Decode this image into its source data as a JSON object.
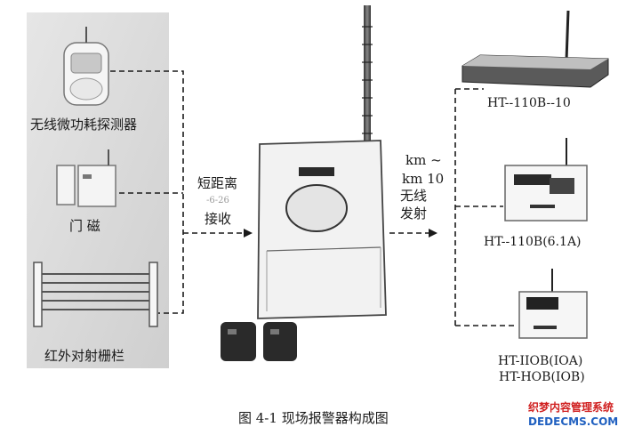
{
  "labels": {
    "detector": "无线微功耗探测器",
    "door_magnet": "门 磁",
    "ir_fence": "红外对射栅栏",
    "short_range": "短距离",
    "short_range_sub": "接收",
    "short_range_faint": "-6-26",
    "range": "km ~",
    "range2": "km 10",
    "wireless": "无线",
    "transmit": "发射",
    "model_1": "HT--110B--10",
    "model_2": "HT--110B(6.1A)",
    "model_3a": "HT-IIOB(IOA)",
    "model_3b": "HT-HOB(IOB)"
  },
  "caption": "图 4-1 现场报警器构成图",
  "watermark": {
    "line1": "织梦内容管理系统",
    "line2": "DEDECMS.COM"
  },
  "colors": {
    "panel_bg": "#dcdcdc",
    "device_light": "#f0f0f0",
    "device_dark": "#2a2a2a",
    "line": "#1a1a1a",
    "watermark_red": "#d02020",
    "watermark_blue": "#2060c0"
  }
}
